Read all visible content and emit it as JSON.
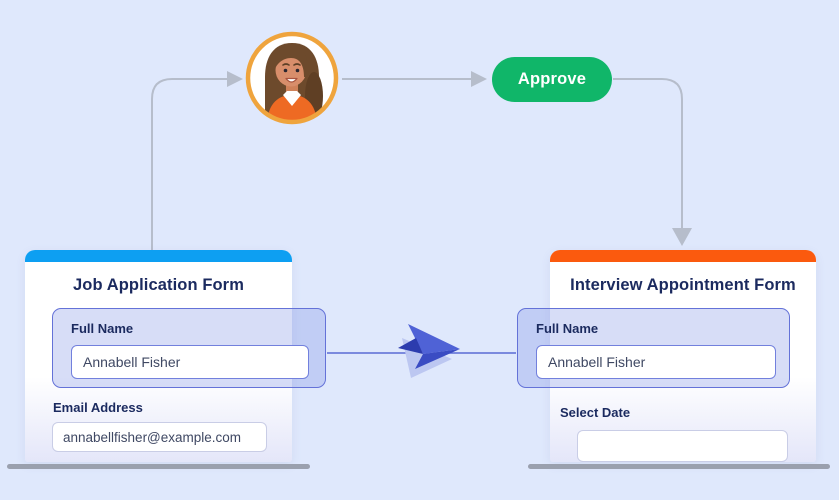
{
  "illustration": {
    "background_color": "#dfe8fc",
    "connector_color": "#b6bdcb",
    "transfer_line_color": "#5a6ad4"
  },
  "workflow": {
    "approve_button": {
      "label": "Approve",
      "color": "#10b669"
    },
    "icons": {
      "reviewer_avatar": "woman-avatar",
      "transfer": "paper-plane",
      "arrowheads": [
        "arrow-right-to-avatar",
        "arrow-right-to-approve",
        "arrow-down-to-form"
      ]
    }
  },
  "job_application_form": {
    "title": "Job Application Form",
    "accent_color": "#0d9ff2",
    "fields": {
      "full_name": {
        "label": "Full Name",
        "value": "Annabell Fisher"
      },
      "email": {
        "label": "Email Address",
        "value": "annabellfisher@example.com"
      }
    }
  },
  "interview_appointment_form": {
    "title": "Interview Appointment Form",
    "accent_color": "#fb5a0e",
    "fields": {
      "full_name": {
        "label": "Full Name",
        "value": "Annabell Fisher"
      },
      "select_date": {
        "label": "Select Date",
        "value": ""
      }
    }
  }
}
